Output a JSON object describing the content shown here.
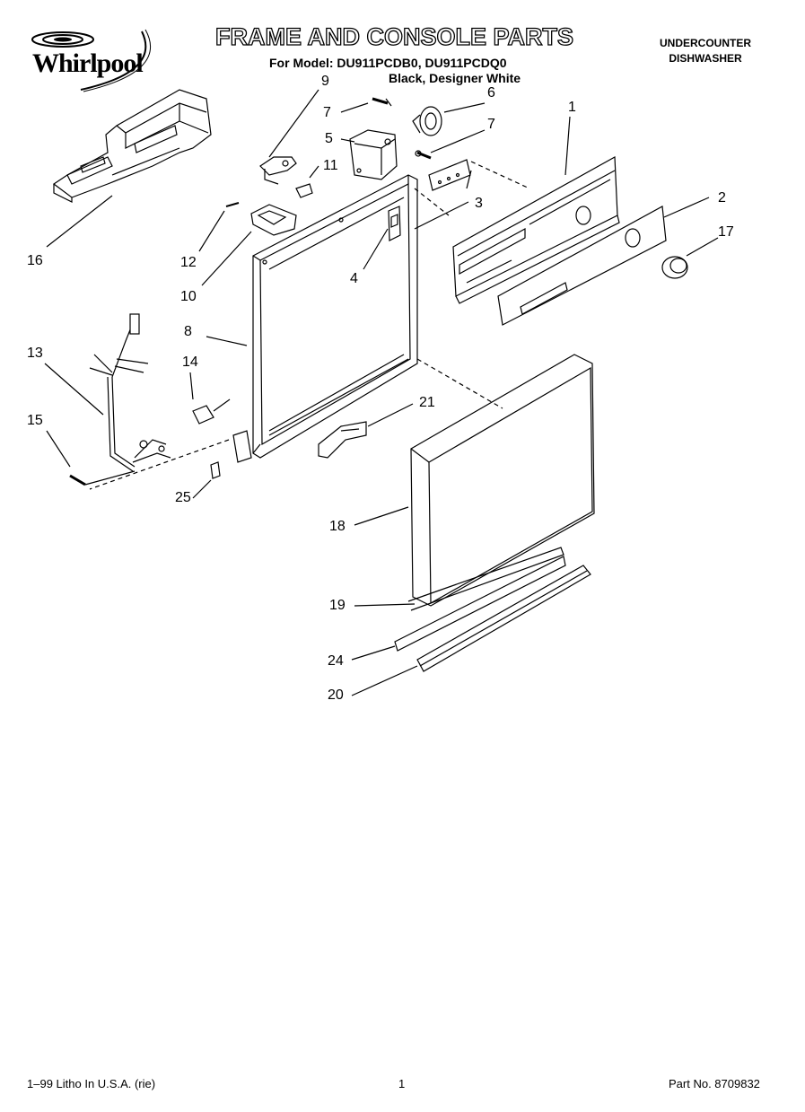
{
  "brand": "Whirlpool",
  "title": "FRAME AND CONSOLE PARTS",
  "subtitle_line1": "For Model: DU911PCDB0, DU911PCDQ0",
  "subtitle_line2": "Black, Designer White",
  "corner_line1": "UNDERCOUNTER",
  "corner_line2": "DISHWASHER",
  "callouts": {
    "c1": "1",
    "c2": "2",
    "c3": "3",
    "c4": "4",
    "c5": "5",
    "c6": "6",
    "c7a": "7",
    "c7b": "7",
    "c8": "8",
    "c9": "9",
    "c10": "10",
    "c11": "11",
    "c12": "12",
    "c13": "13",
    "c14": "14",
    "c15": "15",
    "c16": "16",
    "c17": "17",
    "c18": "18",
    "c19": "19",
    "c20": "20",
    "c21": "21",
    "c24": "24",
    "c25": "25"
  },
  "footer": {
    "left": "1–99 Litho In U.S.A. (rie)",
    "center": "1",
    "right": "Part No. 8709832"
  }
}
